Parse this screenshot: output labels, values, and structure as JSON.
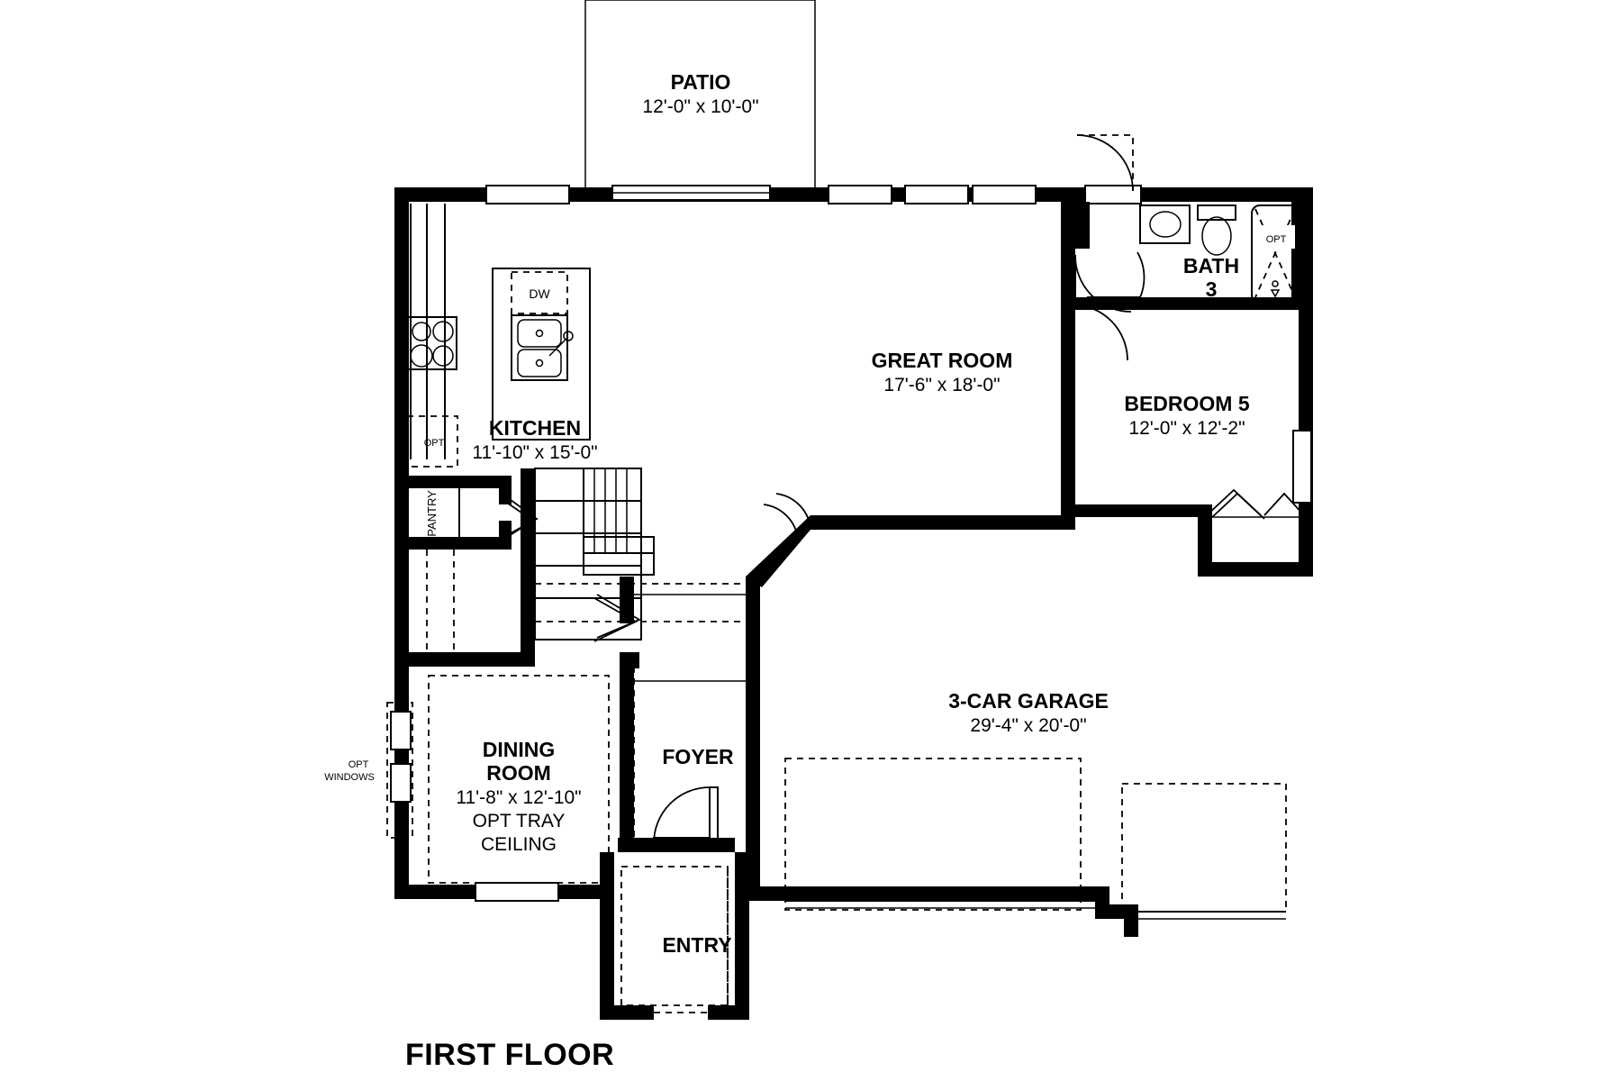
{
  "plan": {
    "title": "FIRST FLOOR",
    "rooms": [
      {
        "id": "patio",
        "name": "PATIO",
        "dim": "12'-0\" x 10'-0\""
      },
      {
        "id": "kitchen",
        "name": "KITCHEN",
        "dim": "11'-10\" x 15'-0\""
      },
      {
        "id": "great",
        "name": "GREAT ROOM",
        "dim": "17'-6\" x 18'-0\""
      },
      {
        "id": "bed5",
        "name": "BEDROOM 5",
        "dim": "12'-0\" x 12'-2\""
      },
      {
        "id": "garage",
        "name": "3-CAR GARAGE",
        "dim": "29'-4\" x 20'-0\""
      },
      {
        "id": "dining",
        "name_line1": "DINING",
        "name_line2": "ROOM",
        "dim": "11'-8\" x 12'-10\"",
        "note_line1": "OPT TRAY",
        "note_line2": "CEILING"
      },
      {
        "id": "foyer",
        "name": "FOYER"
      },
      {
        "id": "entry",
        "name": "ENTRY"
      }
    ],
    "bath": {
      "name_line1": "BATH",
      "name_line2": "3"
    },
    "labels": {
      "pantry": "PANTRY",
      "opt_kitchen": "OPT",
      "opt_bath_shower": "OPT",
      "opt_windows_line1": "OPT",
      "opt_windows_line2": "WINDOWS",
      "dishwasher": "DW"
    },
    "colors": {
      "wall": "#000000",
      "background": "#ffffff",
      "line": "#000000"
    }
  }
}
